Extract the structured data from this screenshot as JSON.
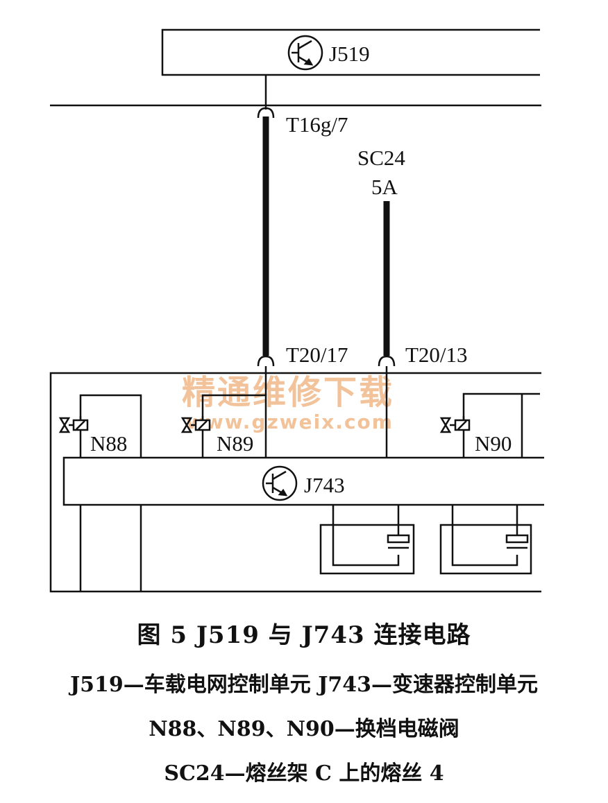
{
  "components": {
    "top_module": "J519",
    "bottom_module": "J743",
    "solenoids": [
      "N88",
      "N89",
      "N90"
    ]
  },
  "connectors": {
    "top": "T16g/7",
    "left_bottom": "T20/17",
    "right_bottom": "T20/13"
  },
  "fuse": {
    "name": "SC24",
    "rating": "5A"
  },
  "watermark": {
    "cn": "精通维修下载",
    "url": "www.gzweix.com"
  },
  "caption": {
    "title": "图 5    J519 与 J743 连接电路",
    "line1": "J519—车载电网控制单元    J743—变速器控制单元",
    "line2": "N88、N89、N90—换档电磁阀",
    "line3": "SC24—熔丝架 C 上的熔丝 4"
  }
}
